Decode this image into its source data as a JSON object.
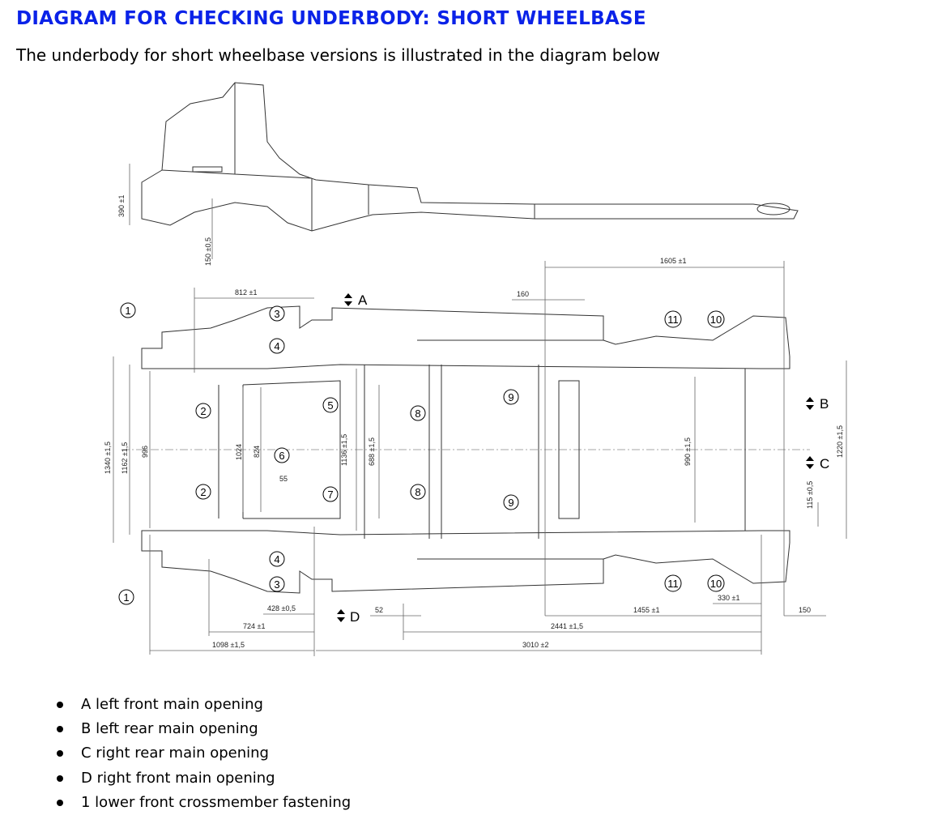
{
  "title": "DIAGRAM FOR CHECKING UNDERBODY: SHORT WHEELBASE",
  "intro": "The underbody for short wheelbase versions is illustrated in the diagram below",
  "diagram": {
    "dimensions": {
      "d390": "390 ±1",
      "d150v": "150 ±0,5",
      "d812": "812 ±1",
      "d160": "160",
      "d1605": "1605 ±1",
      "d1340": "1340 ±1,5",
      "d1162": "1162 ±1,5",
      "d996": "996",
      "d1024": "1024",
      "d824": "824",
      "d55": "55",
      "d1136": "1136 ±1,5",
      "d688": "688 ±1,5",
      "d990": "990 ±1,5",
      "d1220": "1220 ±1,5",
      "d115": "115 ±0,5",
      "d428": "428 ±0,5",
      "d724": "724 ±1",
      "d1098": "1098 ±1,5",
      "d52": "52",
      "d1455": "1455 ±1",
      "d330": "330 ±1",
      "d150h": "150",
      "d2441": "2441 ±1,5",
      "d3010": "3010 ±2"
    },
    "callouts": [
      "1",
      "2",
      "3",
      "4",
      "5",
      "6",
      "7",
      "8",
      "9",
      "10",
      "11"
    ],
    "openings": [
      "A",
      "B",
      "C",
      "D"
    ]
  },
  "legend": [
    "A left front main opening",
    "B left rear main opening",
    "C right rear main opening",
    "D right front main opening",
    "1 lower front crossmember fastening"
  ]
}
